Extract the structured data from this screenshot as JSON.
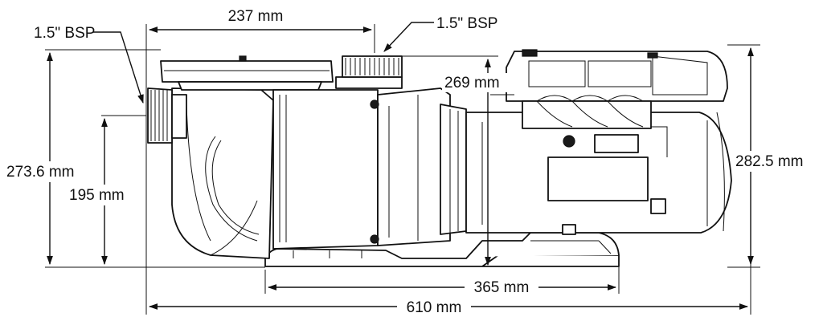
{
  "dimensions": {
    "top_width": "237 mm",
    "outlet_height": "269 mm",
    "inlet_height_total": "273.6 mm",
    "inlet_center_height": "195 mm",
    "motor_height": "282.5 mm",
    "base_width": "365 mm",
    "total_length": "610 mm"
  },
  "callouts": {
    "inlet_thread": "1.5\" BSP",
    "outlet_thread": "1.5\" BSP"
  }
}
